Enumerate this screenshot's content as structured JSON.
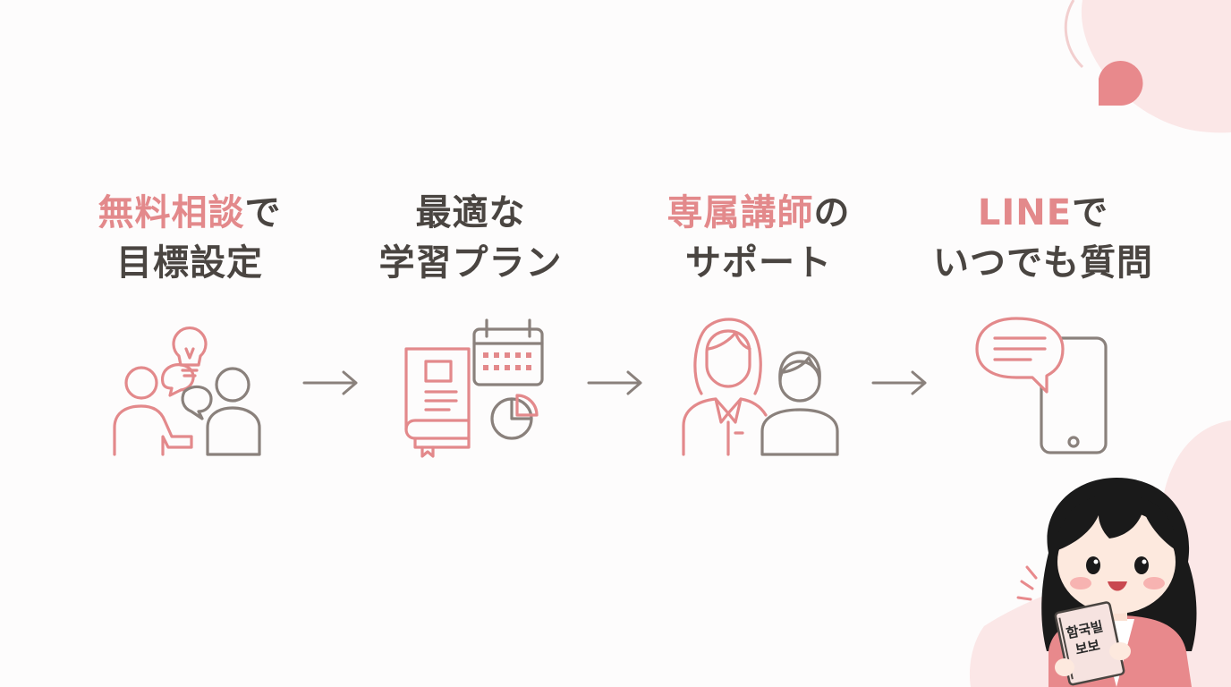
{
  "steps": [
    {
      "line1_hl": "無料相談",
      "line1_rest": "で",
      "line2": "目標設定",
      "icon": "consultation-icon"
    },
    {
      "line1_hl": "",
      "line1_rest": "最適な",
      "line2": "学習プラン",
      "icon": "study-plan-icon"
    },
    {
      "line1_hl": "専属講師",
      "line1_rest": "の",
      "line2": "サポート",
      "icon": "tutor-icon"
    },
    {
      "line1_hl": "LINE",
      "line1_rest": "で",
      "line2": "いつでも質問",
      "icon": "line-chat-icon"
    }
  ],
  "character": {
    "book_text_line1": "함국빌",
    "book_text_line2": "보보"
  },
  "colors": {
    "accent": "#e3898b",
    "text": "#4a4541",
    "line": "#8a817c",
    "blob": "#fbe9e9"
  }
}
